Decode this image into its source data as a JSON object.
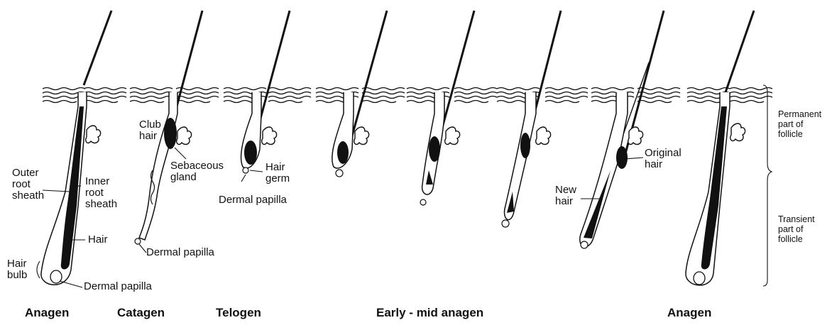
{
  "stages": {
    "anagen_1": "Anagen",
    "catagen": "Catagen",
    "telogen": "Telogen",
    "early_mid_anagen": "Early - mid anagen",
    "anagen_2": "Anagen"
  },
  "labels": {
    "outer_root_sheath": "Outer\nroot\nsheath",
    "inner_root_sheath": "Inner\nroot\nsheath",
    "hair": "Hair",
    "hair_bulb": "Hair\nbulb",
    "dermal_papilla_1": "Dermal papilla",
    "club_hair": "Club\nhair",
    "sebaceous_gland": "Sebaceous\ngland",
    "dermal_papilla_2": "Dermal papilla",
    "hair_germ": "Hair\ngerm",
    "dermal_papilla_3": "Dermal papilla",
    "original_hair": "Original\nhair",
    "new_hair": "New\nhair",
    "permanent_part": "Permanent\npart of\nfollicle",
    "transient_part": "Transient\npart of\nfollicle"
  }
}
